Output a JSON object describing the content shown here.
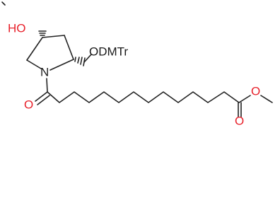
{
  "molecule": {
    "labels": {
      "hydroxyl": "HO",
      "protected_oxygen": "ODMTr",
      "ring_nitrogen": "N",
      "amide_oxygen": "O",
      "ester_carbonyl_oxygen": "O",
      "ester_oxygen": "O"
    },
    "colors": {
      "heteroatom_red": "#e8212b",
      "nitrogen": "#1a1a1a",
      "bond": "#222222"
    }
  }
}
